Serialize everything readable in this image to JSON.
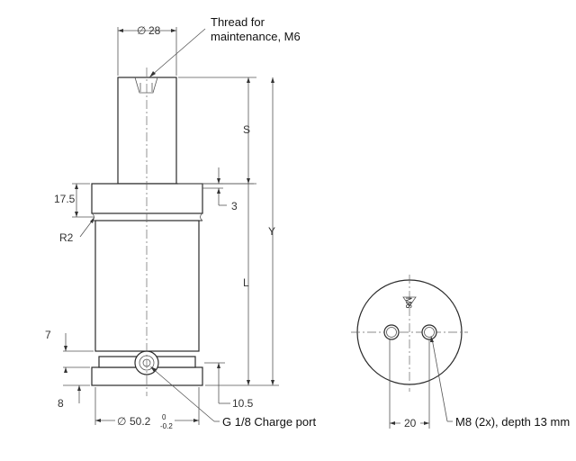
{
  "side_view": {
    "dia_top": "28",
    "thread_note_line1": "Thread for",
    "thread_note_line2": "maintenance, M6",
    "dim_s": "S",
    "dim_y": "Y",
    "dim_l": "L",
    "dim_3": "3",
    "dim_17_5": "17.5",
    "radius": "R2",
    "dim_7": "7",
    "dim_8": "8",
    "dim_10_5": "10.5",
    "dia_bottom": "50.2",
    "tol_upper": "0",
    "tol_lower": "-0.2",
    "charge_port": "G 1/8 Charge port"
  },
  "end_view": {
    "spacing": "20",
    "hole_note": "M8 (2x), depth 13 mm",
    "center_mark": "M6"
  },
  "symbols": {
    "diameter": "∅"
  }
}
